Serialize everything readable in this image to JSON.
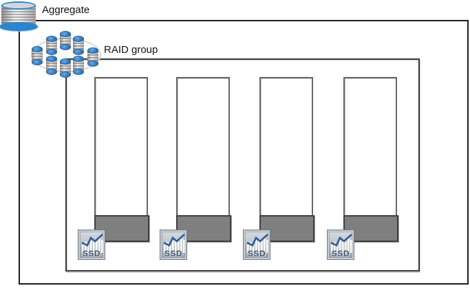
{
  "aggregate": {
    "label": "Aggregate",
    "icon": "database-cylinder-icon"
  },
  "raid_group": {
    "label": "RAID group",
    "icon": "disk-cluster-icon",
    "cylinder_count": 8
  },
  "disks": [
    {
      "label": "SSD",
      "icon": "ssd-chart-icon"
    },
    {
      "label": "SSD",
      "icon": "ssd-chart-icon"
    },
    {
      "label": "SSD",
      "icon": "ssd-chart-icon"
    },
    {
      "label": "SSD",
      "icon": "ssd-chart-icon"
    }
  ],
  "colors": {
    "accent_blue": "#2b84cc",
    "cylinder_top_blue": "#2a73b8",
    "used_fill_gray": "#7f7f7f",
    "box_border_dark": "#1c1c1c",
    "inner_border_gray": "#3a3a3a",
    "chart_line_blue": "#2e5b9b",
    "ssd_text_color": "#3f516b"
  }
}
